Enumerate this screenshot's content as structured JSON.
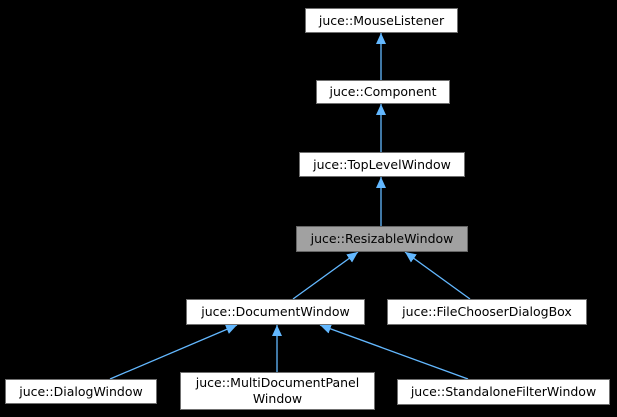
{
  "diagram": {
    "kind": "class-inheritance-graph",
    "colors": {
      "background": "#000000",
      "arrow": "#63b8ff",
      "node_fill": "#ffffff",
      "node_border": "#707070",
      "highlight_fill": "#a1a1a1",
      "highlight_border": "#666666",
      "text": "#000000"
    },
    "nodes": {
      "mouse_listener": {
        "label": "juce::MouseListener",
        "highlighted": false
      },
      "component": {
        "label": "juce::Component",
        "highlighted": false
      },
      "top_level_window": {
        "label": "juce::TopLevelWindow",
        "highlighted": false
      },
      "resizable_window": {
        "label": "juce::ResizableWindow",
        "highlighted": true
      },
      "document_window": {
        "label": "juce::DocumentWindow",
        "highlighted": false
      },
      "file_chooser_dialog_box": {
        "label": "juce::FileChooserDialogBox",
        "highlighted": false
      },
      "dialog_window": {
        "label": "juce::DialogWindow",
        "highlighted": false
      },
      "multi_document_panel_window": {
        "label": "juce::MultiDocumentPanel\nWindow",
        "highlighted": false
      },
      "standalone_filter_window": {
        "label": "juce::StandaloneFilterWindow",
        "highlighted": false
      }
    },
    "edges": [
      {
        "from": "component",
        "to": "mouse_listener"
      },
      {
        "from": "top_level_window",
        "to": "component"
      },
      {
        "from": "resizable_window",
        "to": "top_level_window"
      },
      {
        "from": "document_window",
        "to": "resizable_window"
      },
      {
        "from": "file_chooser_dialog_box",
        "to": "resizable_window"
      },
      {
        "from": "dialog_window",
        "to": "document_window"
      },
      {
        "from": "multi_document_panel_window",
        "to": "document_window"
      },
      {
        "from": "standalone_filter_window",
        "to": "document_window"
      }
    ]
  }
}
